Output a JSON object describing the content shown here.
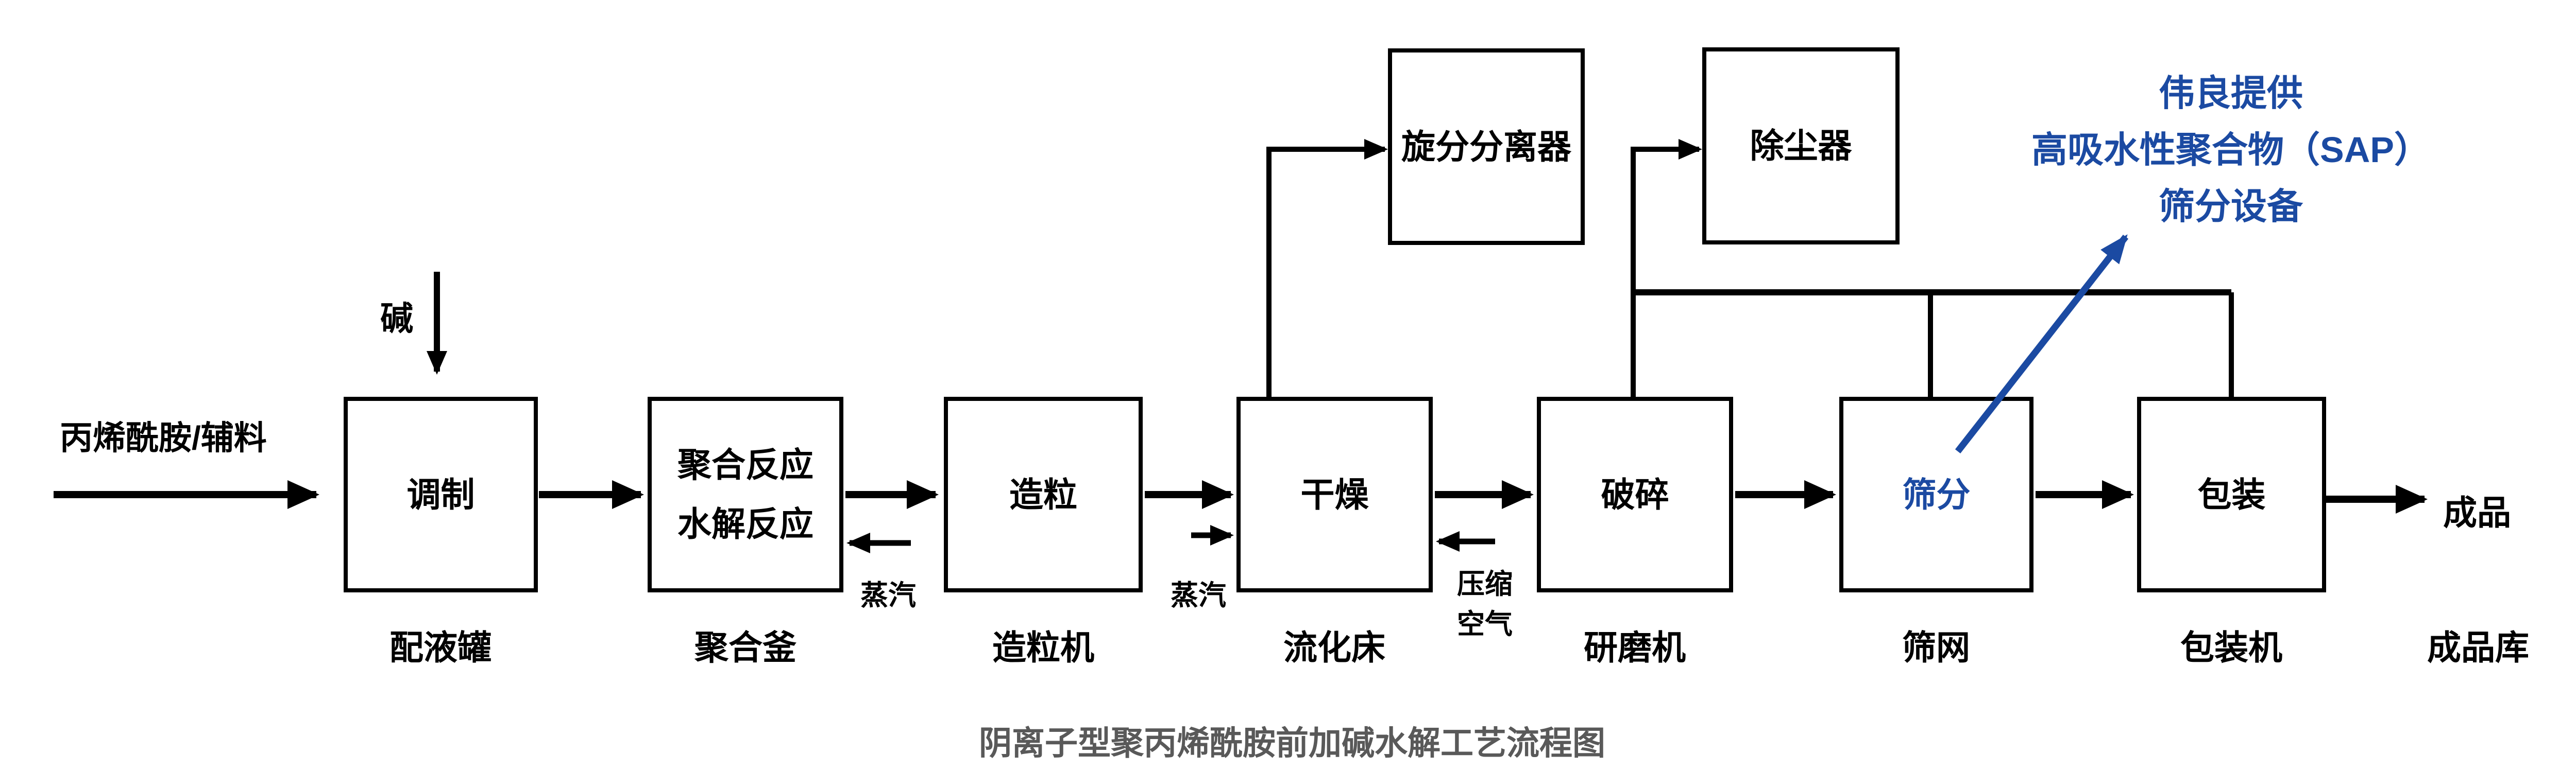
{
  "title": {
    "text": "阴离子型聚丙烯酰胺前加碱水解工艺流程图",
    "color": "#595959"
  },
  "colors": {
    "line_black": "#000000",
    "accent_blue": "#1B4AA2",
    "title_gray": "#595959",
    "background": "#ffffff"
  },
  "feed_label": "丙烯酰胺/辅料",
  "alkali_label": "碱",
  "steam_label_1": "蒸汽",
  "steam_label_2": "蒸汽",
  "compressed_air": {
    "line1": "压缩",
    "line2": "空气"
  },
  "nodes": {
    "tiaozhi": {
      "label": "调制",
      "equipment": "配液罐"
    },
    "juhe": {
      "line1": "聚合反应",
      "line2": "水解反应",
      "equipment": "聚合釜"
    },
    "zaoli": {
      "label": "造粒",
      "equipment": "造粒机"
    },
    "ganzao": {
      "label": "干燥",
      "equipment": "流化床"
    },
    "posui": {
      "label": "破碎",
      "equipment": "研磨机"
    },
    "shaifen": {
      "label": "筛分",
      "equipment": "筛网"
    },
    "baozhuang": {
      "label": "包装",
      "equipment": "包装机"
    },
    "cyclone": {
      "label": "旋分分离器"
    },
    "dust_collector": {
      "label": "除尘器"
    }
  },
  "output": {
    "label": "成品",
    "storage": "成品库"
  },
  "annotation": {
    "line1": "伟良提供",
    "line2": "高吸水性聚合物（SAP）",
    "line3": "筛分设备"
  },
  "edges": [
    "丙烯酰胺/辅料 → 调制",
    "碱 → 调制",
    "调制 → 聚合反应/水解反应",
    "蒸汽 → 聚合反应/水解反应",
    "聚合反应/水解反应 → 造粒",
    "造粒 → 干燥",
    "蒸汽 → 干燥",
    "压缩空气 → 干燥",
    "干燥 → 旋分分离器",
    "干燥 → 破碎",
    "破碎 → 除尘器",
    "破碎 → 筛分",
    "筛分 → 包装",
    "包装 → 成品",
    "筛分/包装 → 除尘器集气管",
    "筛分 → 伟良提供高吸水性聚合物（SAP）筛分设备"
  ]
}
